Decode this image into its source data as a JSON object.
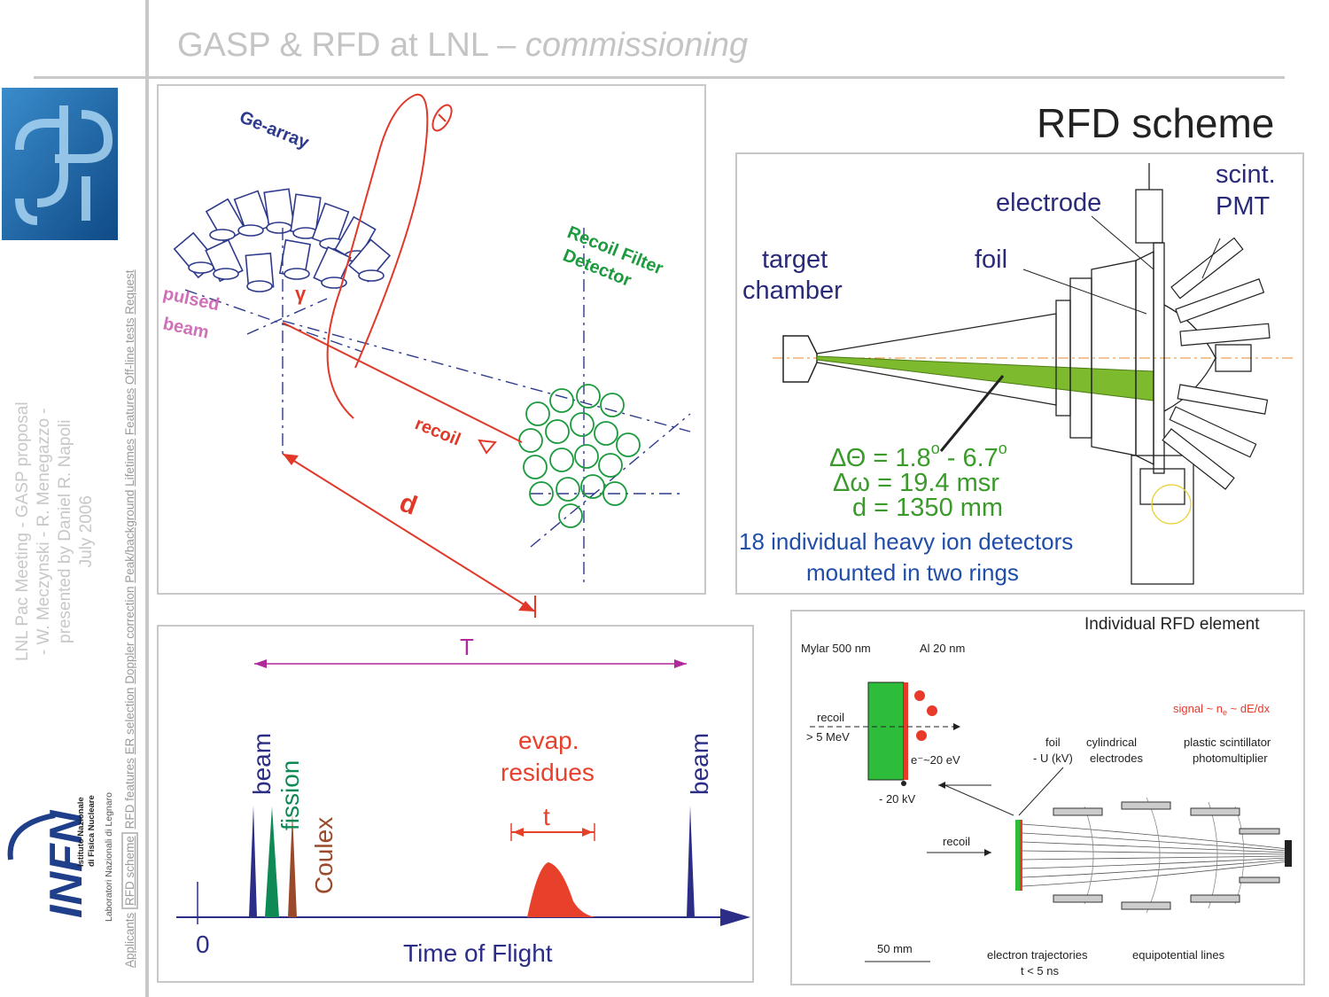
{
  "slide": {
    "title_main": "GASP & RFD at LNL",
    "title_dash": " – ",
    "title_italic": "commissioning"
  },
  "sidebar": {
    "nav_items": [
      "Applicants",
      "RFD scheme",
      "RFD features",
      "ER selection",
      "Doppler correction",
      "Peak/background",
      "Lifetimes",
      "Features",
      "Off-line tests",
      "Request"
    ],
    "current_item": "RFD scheme",
    "info_lines": [
      "LNL Pac Meeting - GASP proposal",
      "- W. Meczynski - R. Menegazzo -",
      "presented by Daniel R. Napoli",
      "July 2006"
    ],
    "infn_logo_text": "INFN",
    "infn_subtitle_line1": "Istituto Nazionale",
    "infn_subtitle_line2": "di Fisica Nucleare",
    "infn_lab": "Laboratori Nazionali di Legnaro"
  },
  "gasp_diagram": {
    "ge_array_label": "Ge-array",
    "rfd_label_line1": "Recoil Filter",
    "rfd_label_line2": "Detector",
    "pulsed_label_line1": "pulsed",
    "pulsed_label_line2": "beam",
    "gamma_label": "γ",
    "recoil_label": "recoil",
    "distance_label": "d"
  },
  "rfd_scheme": {
    "heading": "RFD scheme",
    "target_chamber_line1": "target",
    "target_chamber_line2": "chamber",
    "foil_label": "foil",
    "electrode_label": "electrode",
    "scint_line1": "scint.",
    "scint_line2": "PMT",
    "delta_theta": "ΔΘ = 1.8",
    "delta_theta_mid": " - 6.7",
    "degree_mark": "o",
    "delta_omega": "Δω = 19.4 msr",
    "distance": "d = 1350 mm",
    "detectors_line1": "18 individual heavy ion detectors",
    "detectors_line2": "mounted in two rings"
  },
  "tof_chart": {
    "period_label": "T",
    "beam_label": "beam",
    "fission_label": "fission",
    "coulex_label": "Coulex",
    "evap_line1": "evap.",
    "evap_line2": "residues",
    "width_label": "t",
    "origin_label": "0",
    "xlabel": "Time of Flight",
    "colors": {
      "beam": "#2b2d86",
      "fission": "#108a55",
      "coulex": "#9a4a2a",
      "evap": "#e8412b",
      "period": "#b0299a"
    }
  },
  "rfd_element": {
    "title": "Individual RFD element",
    "mylar": "Mylar 500 nm",
    "al": "Al 20 nm",
    "recoil_energy_line1": "recoil",
    "recoil_energy_line2": "> 5 MeV",
    "signal": "signal ~ n",
    "signal_sub": "e",
    "signal_tail": " ~ dE/dx",
    "electron_energy": "e⁻~20 eV",
    "voltage": "- 20 kV",
    "foil_line1": "foil",
    "foil_line2": "- U (kV)",
    "cyl_line1": "cylindrical",
    "cyl_line2": "electrodes",
    "plastic_line1": "plastic scintillator",
    "plastic_line2": "photomultiplier",
    "recoil_label": "recoil",
    "scale": "50 mm",
    "trajectories_line1": "electron trajectories",
    "trajectories_line2": "t < 5 ns",
    "equipotential": "equipotential lines"
  }
}
